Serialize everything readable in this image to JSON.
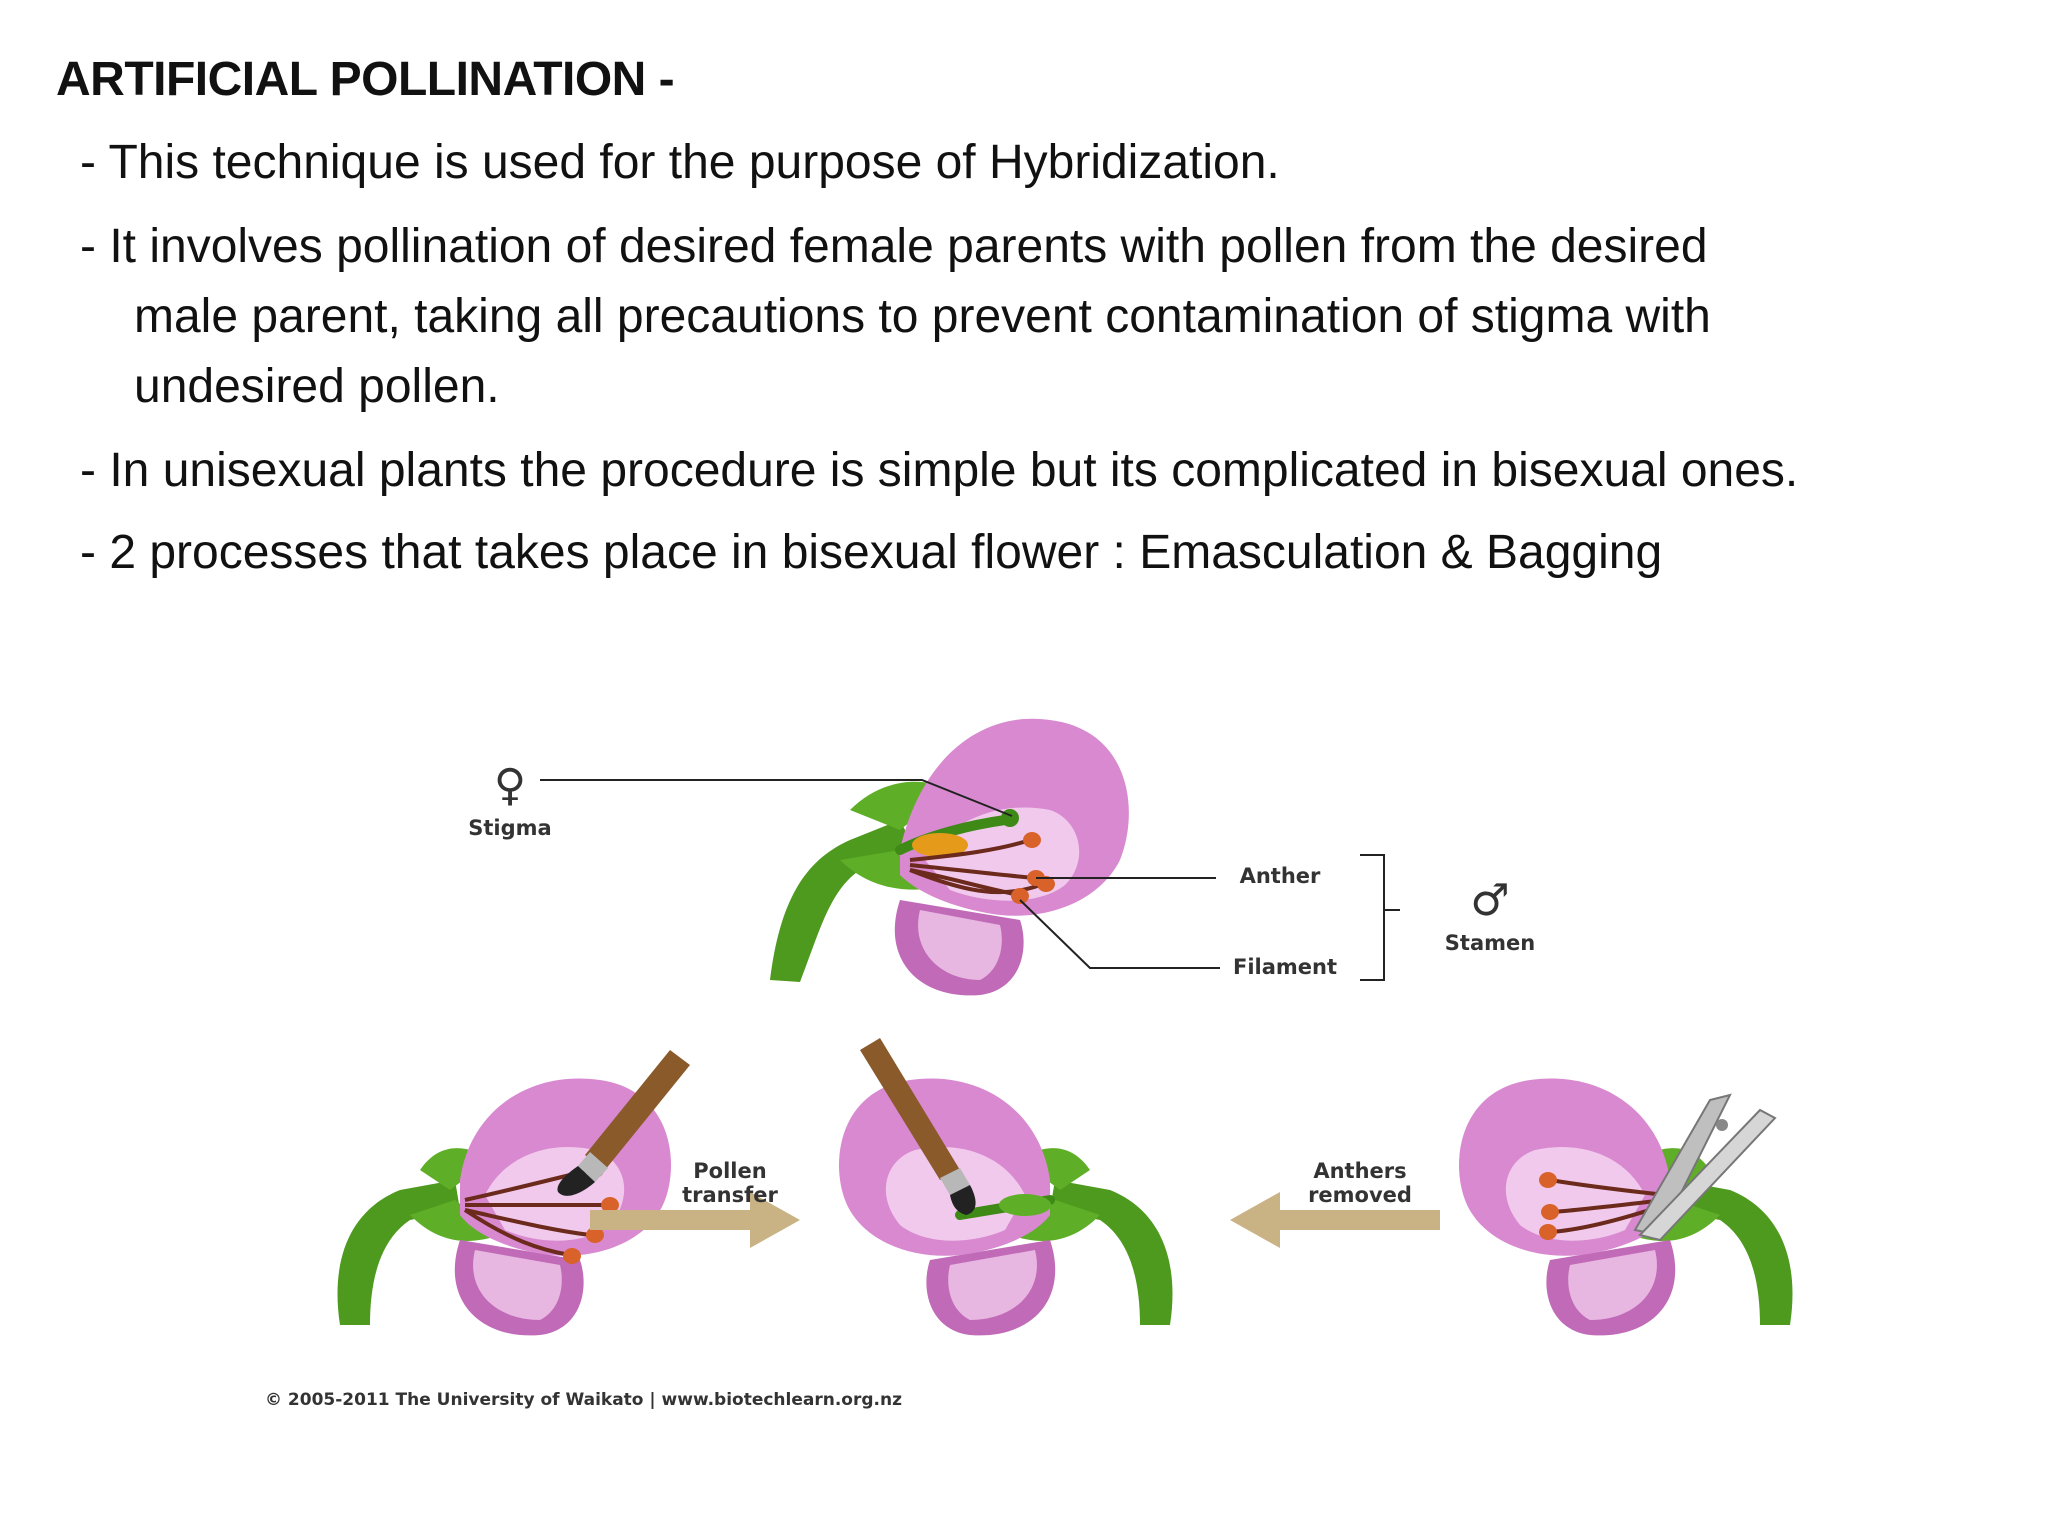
{
  "slide": {
    "title": "ARTIFICIAL POLLINATION -",
    "bullets": [
      {
        "lines": [
          "- This technique is used for the purpose of Hybridization."
        ]
      },
      {
        "lines": [
          "- It involves pollination of desired female parents with pollen from the desired",
          "male parent, taking all precautions to prevent contamination of stigma with",
          "undesired pollen."
        ]
      },
      {
        "lines": [
          "- In unisexual plants the procedure is simple but its complicated in bisexual ones."
        ]
      },
      {
        "lines": [
          "- 2 processes that takes place in bisexual flower :  Emasculation & Bagging"
        ]
      }
    ]
  },
  "diagram": {
    "female_symbol": "♀",
    "male_symbol": "♂",
    "labels": {
      "stigma": "Stigma",
      "anther": "Anther",
      "filament": "Filament",
      "stamen": "Stamen",
      "pollen_transfer_1": "Pollen",
      "pollen_transfer_2": "transfer",
      "anthers_removed_1": "Anthers",
      "anthers_removed_2": "removed"
    },
    "credit": "© 2005-2011 The University of Waikato  |  www.biotechlearn.org.nz",
    "colors": {
      "petal_outer": "#d889d0",
      "petal_inner": "#f1c9ec",
      "stem": "#4e9a1e",
      "anther": "#d9622b",
      "arrow": "#c9b284",
      "brush_handle": "#8a5a2b"
    }
  }
}
